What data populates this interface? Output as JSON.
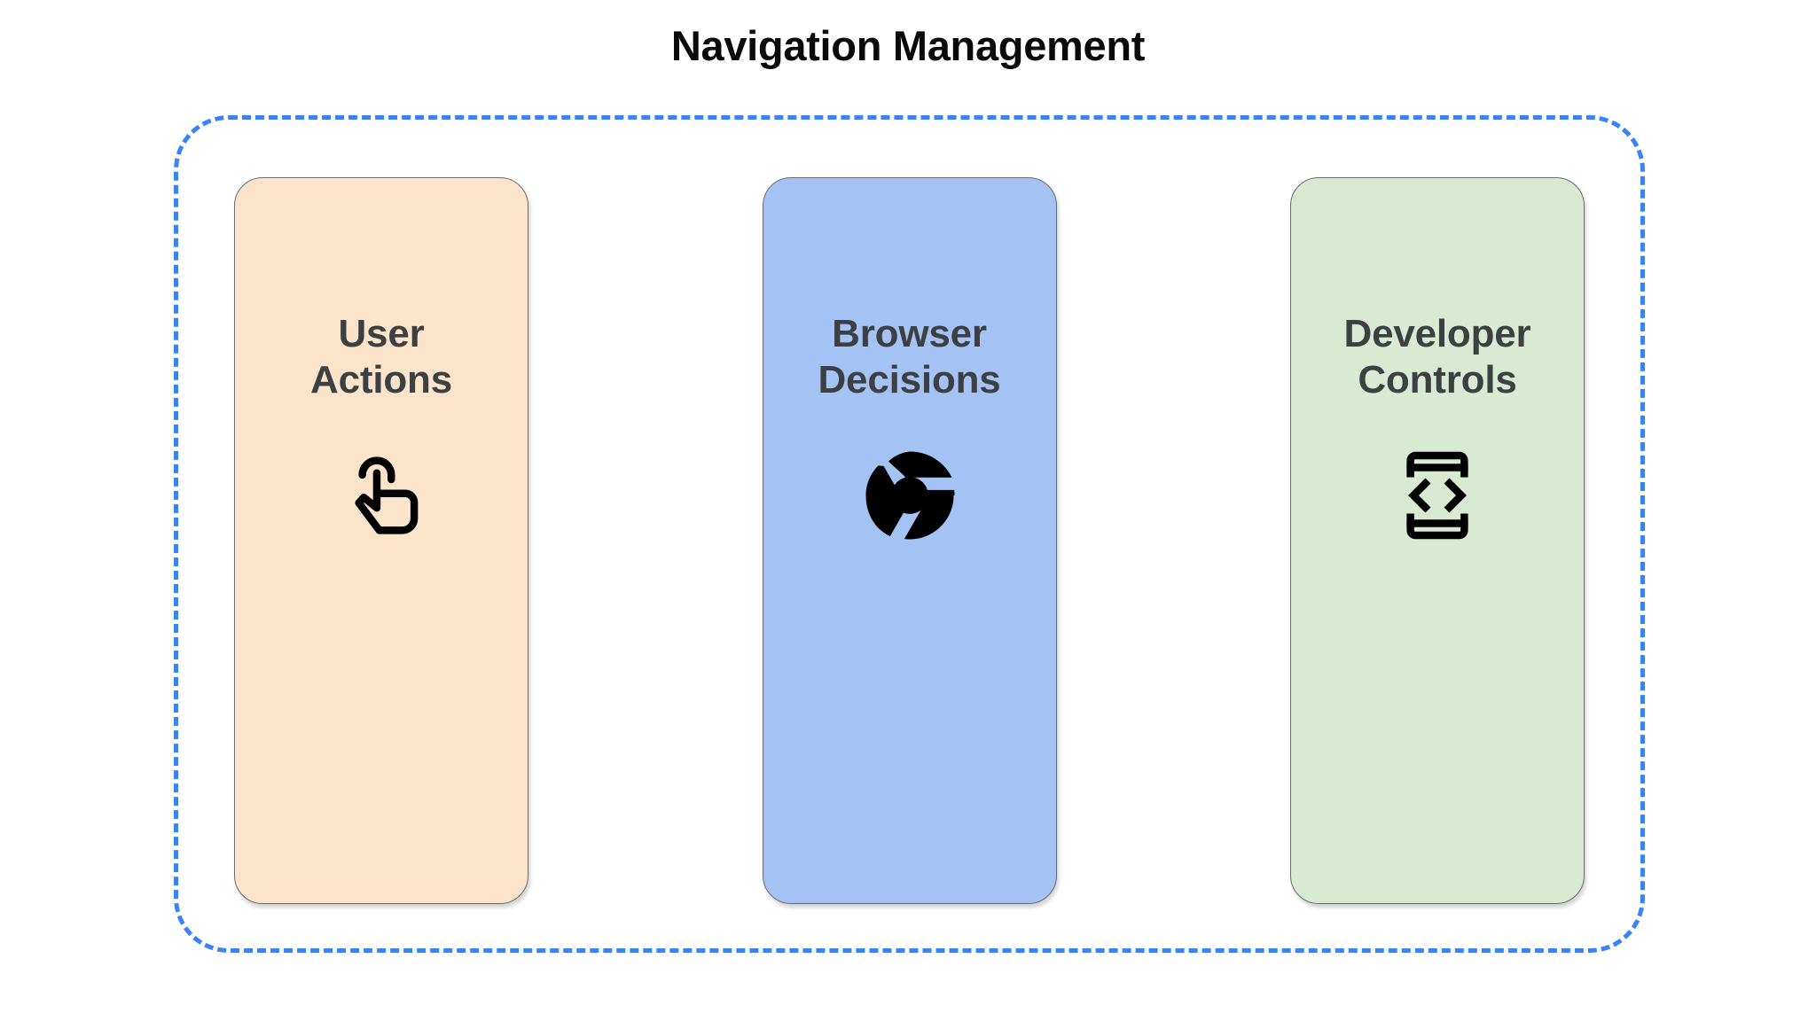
{
  "title": "Navigation Management",
  "colors": {
    "title_text": "#0a0a0a",
    "group_border": "#3b82f6",
    "card_label_text": "#3c4043",
    "icon": "#000000",
    "background": "#ffffff",
    "card_border": "#6b6b6b"
  },
  "group": {
    "border_style": "dashed",
    "border_color": "#3b82f6"
  },
  "cards": [
    {
      "label_line1": "User",
      "label_line2": "Actions",
      "label_full": "User Actions",
      "fill": "#fce4cb",
      "icon_name": "touch-app-icon"
    },
    {
      "label_line1": "Browser",
      "label_line2": "Decisions",
      "label_full": "Browser Decisions",
      "fill": "#a4c2f4",
      "icon_name": "chrome-icon"
    },
    {
      "label_line1": "Developer",
      "label_line2": "Controls",
      "label_full": "Developer Controls",
      "fill": "#d9ead3",
      "icon_name": "developer-mode-icon"
    }
  ]
}
